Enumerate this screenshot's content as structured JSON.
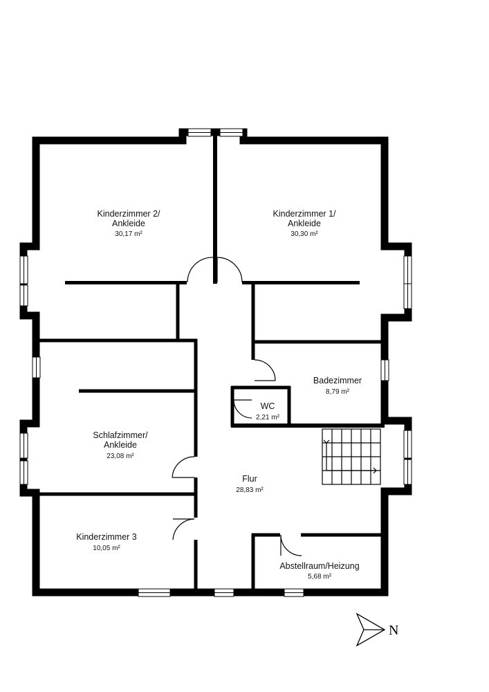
{
  "floor_plan": {
    "rooms": [
      {
        "id": "kinderzimmer-2",
        "name_lines": [
          "Kinderzimmer 2/",
          "Ankleide"
        ],
        "area": "30,17 m²"
      },
      {
        "id": "kinderzimmer-1",
        "name_lines": [
          "Kinderzimmer 1/",
          "Ankleide"
        ],
        "area": "30,30 m²"
      },
      {
        "id": "badezimmer",
        "name_lines": [
          "Badezimmer"
        ],
        "area": "8,79 m²"
      },
      {
        "id": "wc",
        "name_lines": [
          "WC"
        ],
        "area": "2,21 m²"
      },
      {
        "id": "schlafzimmer",
        "name_lines": [
          "Schlafzimmer/",
          "Ankleide"
        ],
        "area": "23,08 m²"
      },
      {
        "id": "flur",
        "name_lines": [
          "Flur"
        ],
        "area": "28,83 m²"
      },
      {
        "id": "kinderzimmer-3",
        "name_lines": [
          "Kinderzimmer 3"
        ],
        "area": "10,05 m²"
      },
      {
        "id": "abstellraum",
        "name_lines": [
          "Abstellraum/Heizung"
        ],
        "area": "5,68 m²"
      }
    ],
    "compass": {
      "label": "N",
      "icon": "north-arrow-icon"
    },
    "colors": {
      "wall": "#000000",
      "background": "#ffffff"
    }
  }
}
